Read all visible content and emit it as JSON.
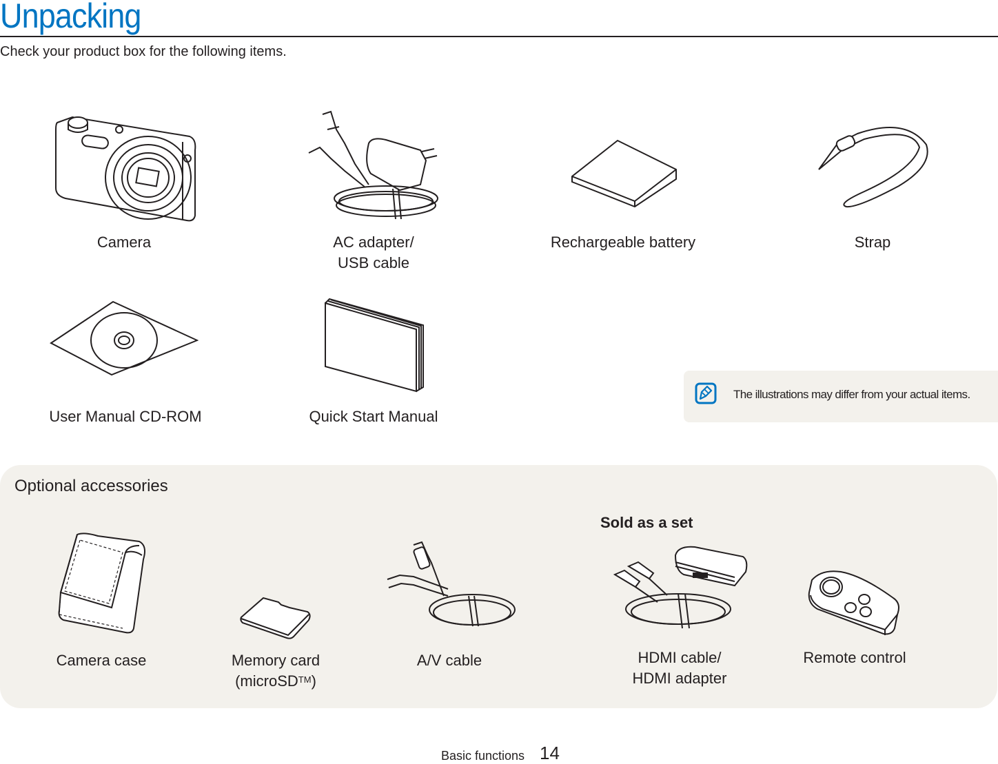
{
  "page": {
    "title": "Unpacking",
    "subtitle": "Check your product box for the following items."
  },
  "included_items": [
    {
      "label_line1": "Camera",
      "label_line2": "",
      "icon": "camera-icon"
    },
    {
      "label_line1": "AC adapter/",
      "label_line2": "USB cable",
      "icon": "ac-adapter-usb-cable-icon"
    },
    {
      "label_line1": "Rechargeable battery",
      "label_line2": "",
      "icon": "battery-icon"
    },
    {
      "label_line1": "Strap",
      "label_line2": "",
      "icon": "strap-icon"
    },
    {
      "label_line1": "User Manual CD-ROM",
      "label_line2": "",
      "icon": "cd-rom-icon"
    },
    {
      "label_line1": "Quick Start Manual",
      "label_line2": "",
      "icon": "manual-booklet-icon"
    }
  ],
  "note": {
    "icon": "pencil-note-icon",
    "text": "The illustrations may differ from your actual items."
  },
  "optional": {
    "title": "Optional accessories",
    "set_title": "Sold as a set",
    "items": [
      {
        "label_line1": "Camera case",
        "label_line2": "",
        "icon": "camera-case-icon"
      },
      {
        "label_line1": "Memory card",
        "label_line2": "(microSD",
        "label_sup": "TM",
        "label_close": ")",
        "icon": "memory-card-icon"
      },
      {
        "label_line1": "A/V cable",
        "label_line2": "",
        "icon": "av-cable-icon"
      },
      {
        "label_line1": "HDMI cable/",
        "label_line2": "HDMI adapter",
        "icon": "hdmi-cable-adapter-icon"
      },
      {
        "label_line1": "Remote control",
        "label_line2": "",
        "icon": "remote-control-icon"
      }
    ]
  },
  "footer": {
    "section": "Basic functions",
    "page_number": "14"
  },
  "colors": {
    "accent": "#0075c2",
    "panel_bg": "#f3f1ec",
    "text": "#231f20"
  }
}
